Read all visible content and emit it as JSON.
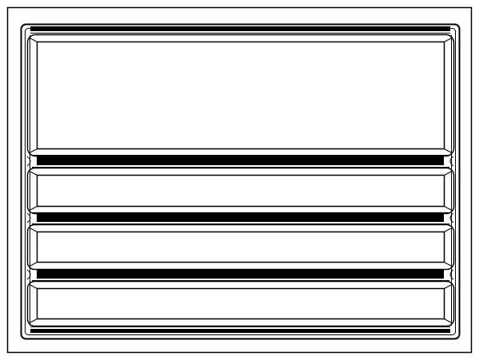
{
  "drawing": {
    "stroke_color": "#000000",
    "background_color": "#ffffff",
    "panels": [
      {
        "kind": "main-compartment"
      },
      {
        "kind": "drawer"
      },
      {
        "kind": "drawer"
      },
      {
        "kind": "drawer"
      }
    ],
    "divider_count": 3
  }
}
